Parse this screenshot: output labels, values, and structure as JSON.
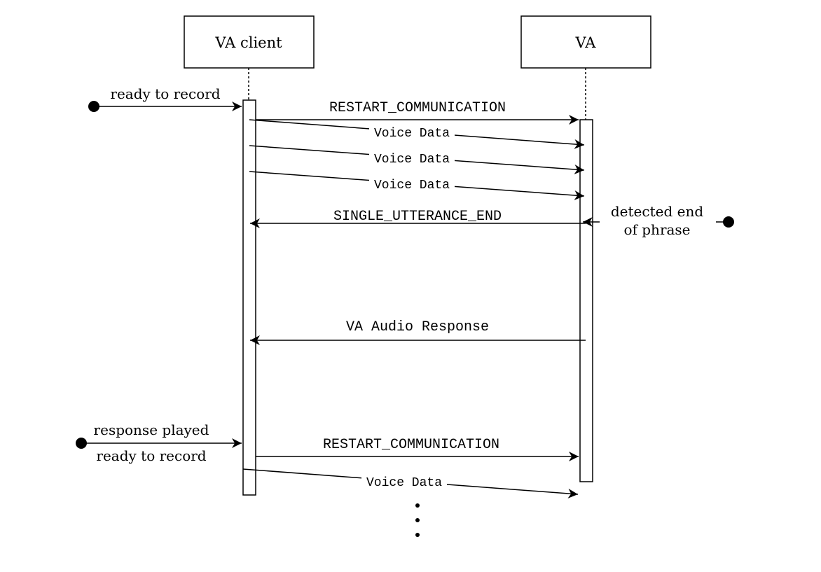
{
  "participants": {
    "client": {
      "label": "VA client"
    },
    "va": {
      "label": "VA"
    }
  },
  "messages": {
    "ready_to_record_1": "ready to record",
    "restart_1": "RESTART_COMMUNICATION",
    "voice_1": "Voice Data",
    "voice_2": "Voice Data",
    "voice_3": "Voice Data",
    "single_utterance_end": "SINGLE_UTTERANCE_END",
    "detected_end_line1": "detected end",
    "detected_end_line2": "of phrase",
    "va_audio_response": "VA Audio Response",
    "response_played": "response played",
    "ready_to_record_2": "ready to record",
    "restart_2": "RESTART_COMMUNICATION",
    "voice_4": "Voice Data"
  },
  "colors": {
    "line": "#000000",
    "background": "#ffffff"
  }
}
